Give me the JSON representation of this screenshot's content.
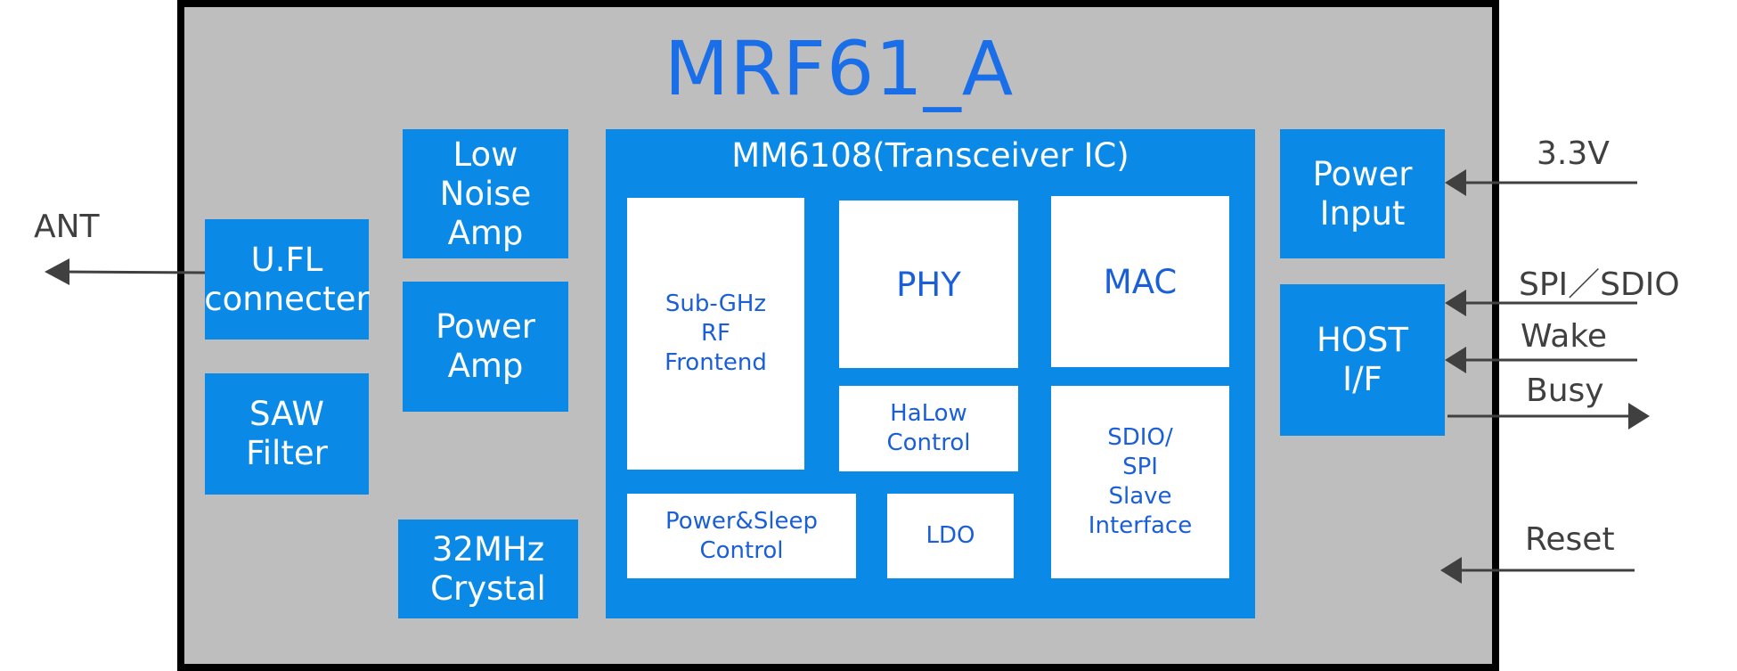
{
  "diagram": {
    "title": "MRF61_A",
    "ic": {
      "title": "MM6108(Transceiver IC)",
      "blocks": {
        "subghz": "Sub-GHz\nRF\nFrontend",
        "phy": "PHY",
        "mac": "MAC",
        "halow": "HaLow\nControl",
        "sdio": "SDIO/\nSPI\nSlave\nInterface",
        "powersleep": "Power&Sleep\nControl",
        "ldo": "LDO"
      }
    },
    "blocks": {
      "ufl": "U.FL\nconnecter",
      "saw": "SAW\nFilter",
      "lna": "Low\nNoise\nAmp",
      "pa": "Power\nAmp",
      "crystal": "32MHz\nCrystal",
      "power_input": "Power\nInput",
      "host_if": "HOST\nI/F"
    },
    "signals": {
      "ant": "ANT",
      "v33": "3.3V",
      "spi_sdio": "SPI／SDIO",
      "wake": "Wake",
      "busy": "Busy",
      "reset": "Reset"
    },
    "colors": {
      "module_fill": "#bebebe",
      "block_blue": "#0a8ae6",
      "title_blue": "#1a6fe8",
      "inner_text_blue": "#1a5fd8",
      "wire": "#404040"
    }
  }
}
